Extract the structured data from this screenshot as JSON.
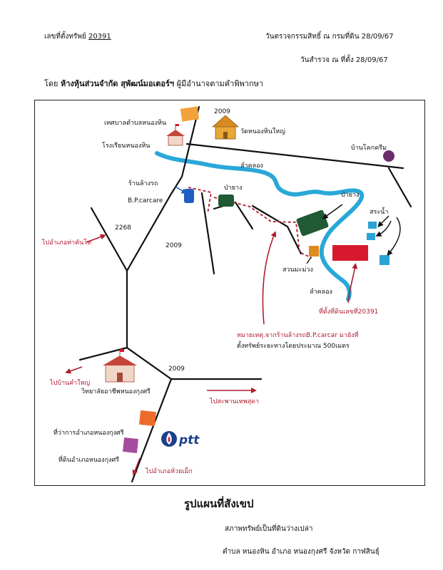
{
  "header": {
    "deed_label": "เลขที่ตั้งทรัพย์",
    "deed_no": "20391",
    "check_date": "วันตรวจกรรมสิทธิ์ ณ กรมที่ดิน 28/09/67",
    "survey_date": "วันสำรวจ ณ ที่ตั้ง 28/09/67",
    "by_prefix": "โดย",
    "by_company": "ห้างหุ้นส่วนจำกัด สุพัฒน์มอเตอร์ฯ",
    "by_suffix": "ผู้มีอำนาจตามคำพิพากษา"
  },
  "map": {
    "labels": {
      "road_2009_top": "2009",
      "road_2268": "2268",
      "road_2009_mid": "2009",
      "road_2009_low": "2009",
      "municipality": "เทศบาลตำบลหนองหิน",
      "temple": "วัดหนองหินใหญ่",
      "school": "โรงเรียนหนองหิน",
      "ban_khok_khrim": "บ้านโคกครีม",
      "canal_top": "ลำคลอง",
      "canal_bottom": "ลำคลอง",
      "carwash": "ร้านล้างรถ",
      "carwash_name": "B.P.carcare",
      "forest_left": "ป่ายาง",
      "forest_right": "ป่ายาง",
      "ponds": "สระน้ำ",
      "mango": "สวนมะม่วง",
      "plot_label": "ที่ตั้งที่ดินเลขที่20391",
      "note_1": "หมายเหตุ.จากร้านล้างรถB.P.carcar มายังที่",
      "note_2": "ตั้งทรัพย์ระยะทางโดยประมาณ 500เมตร",
      "to_tha_khantho": "ไปอำเภอท่าคันโท",
      "to_ban_kham_yai": "ไปบ้านคำใหญ่",
      "college": "วิทยาลัยอาชีพหนองกุงศรี",
      "to_saphan_thepsuda": "ไปสะพานเทพสุดา",
      "district_office": "ที่ว่าการอำเภอหนองกุงศรี",
      "land_office": "ที่ดินอำเภอหนองกุงศรี",
      "ptt": "ptt",
      "to_huai_mek": "ไปอำเภอห้วยเม็ก"
    },
    "colors": {
      "river": "#29a8d8",
      "road": "#111111",
      "route": "#b01c2e",
      "plot": "#d7192f",
      "forest": "#1f5a34",
      "pond": "#2aa3d6",
      "mango": "#e08a1e",
      "carwash": "#1f5fc1",
      "district_office": "#ee6a2a",
      "land_office": "#a64c9e",
      "municipality": "#f2a23a",
      "ban_khok_khrim": "#6a2c6b"
    }
  },
  "footer": {
    "title": "รูปแผนที่สังเขป",
    "condition": "สภาพทรัพย์เป็นที่ดินว่างเปล่า",
    "location": "ตำบล หนองหิน อำเภอ หนองกุงศรี จังหวัด กาฬสินธุ์"
  }
}
